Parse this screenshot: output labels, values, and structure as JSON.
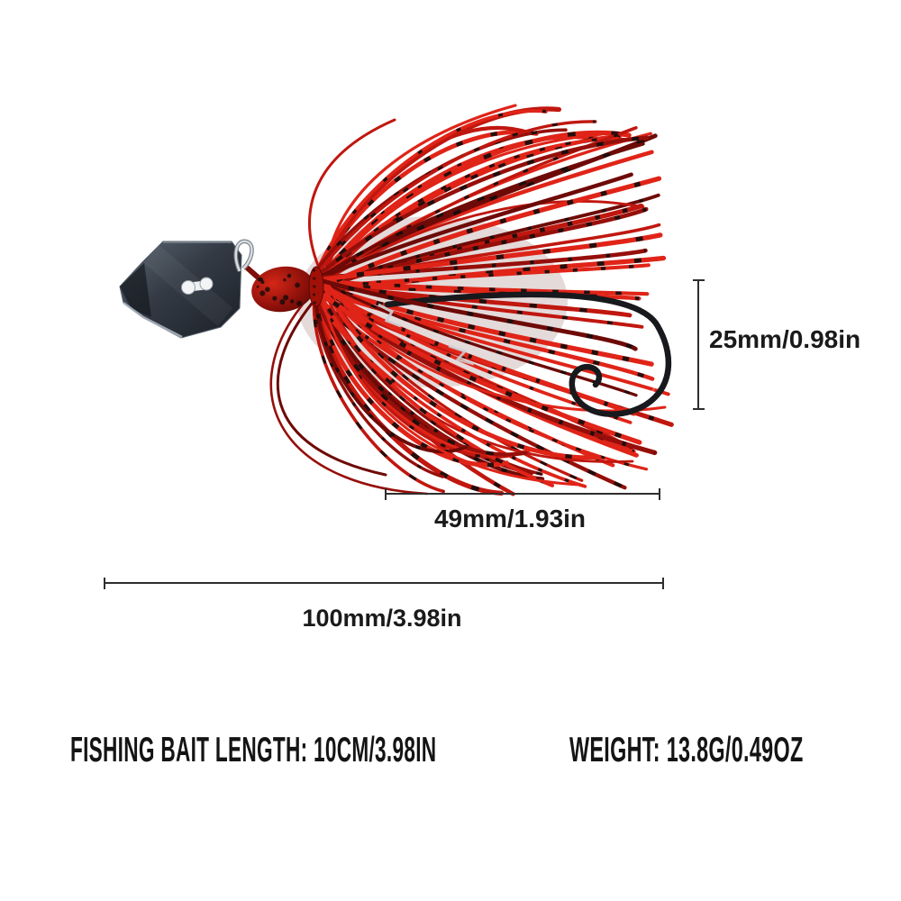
{
  "product": {
    "name": "Chatterbait fishing lure with red and black silicone skirt",
    "colors": {
      "background": "#ffffff",
      "skirt_red": "#e02418",
      "skirt_red_mid": "#c0170f",
      "skirt_red_deep": "#960f0a",
      "skirt_maroon": "#6e0a07",
      "band_black": "#150d0c",
      "blade_dark": "#1b2027",
      "blade_mid": "#333a44",
      "blade_light": "#5a6470",
      "head_red": "#8c100a",
      "hook_black": "#17191c",
      "wire_silver": "#ccd1d6",
      "dimension_line": "#2e2e2e",
      "text": "#141414"
    }
  },
  "dimensions": {
    "hook_gap": {
      "label": "25mm/0.98in"
    },
    "skirt_length": {
      "label": "49mm/1.93in"
    },
    "total_length": {
      "label": "100mm/3.98in"
    }
  },
  "specs": {
    "length_label": "FISHING BAIT LENGTH: 10CM/3.98IN",
    "weight_label": "WEIGHT: 13.8G/0.49OZ"
  }
}
